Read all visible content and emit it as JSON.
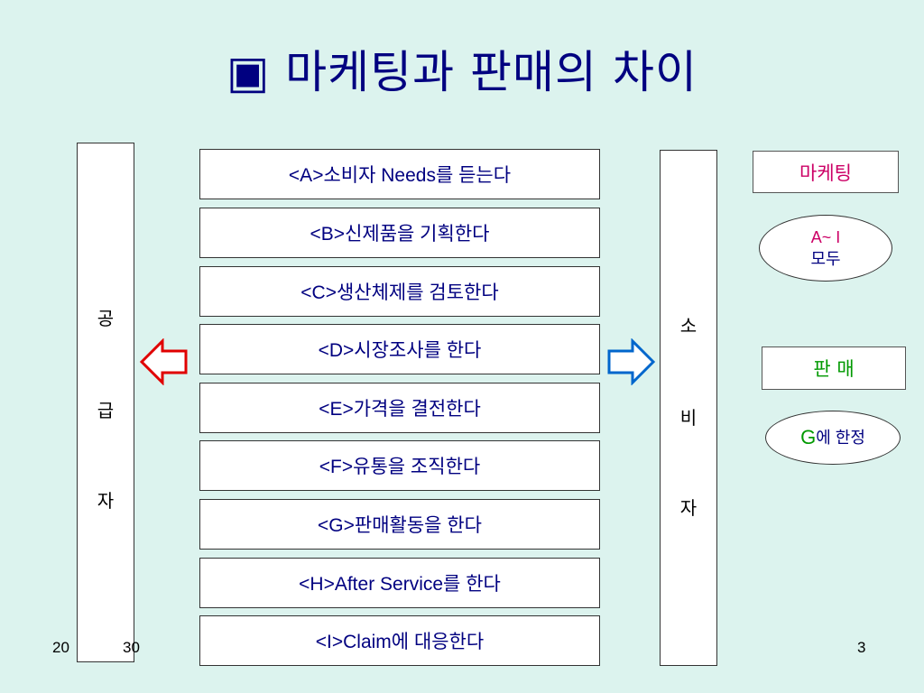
{
  "title": "▣ 마케팅과 판매의 차이",
  "footer": {
    "date": "20",
    "date_tail": "30",
    "page_number": "3"
  },
  "supplier": {
    "chars": [
      "공",
      "급",
      "자"
    ]
  },
  "consumer": {
    "chars": [
      "소",
      "비",
      "자"
    ]
  },
  "steps": [
    "<A>소비자 Needs를 듣는다",
    "<B>신제품을 기획한다",
    "<C>생산체제를 검토한다",
    "<D>시장조사를 한다",
    "<E>가격을 결전한다",
    "<F>유통을 조직한다",
    "<G>판매활동을 한다",
    "<H>After Service를 한다",
    "<I>Claim에 대응한다"
  ],
  "marketing": {
    "label": "마케팅",
    "label_color": "#cc0066",
    "scope_line1": "A~ I",
    "scope_line2": "모두",
    "scope_line1_color": "#cc0066",
    "scope_line2_color": "#000080"
  },
  "sales": {
    "label": "판 매",
    "label_color": "#009900",
    "scope_highlight": "G",
    "scope_rest": "에 한정",
    "scope_highlight_color": "#009900",
    "scope_rest_color": "#000080"
  },
  "colors": {
    "background": "#dcf3ee",
    "title": "#000080",
    "step_text": "#000080",
    "left_arrow": "#e00000",
    "right_arrow": "#0066cc"
  },
  "icons": {
    "left_arrow": "left-arrow-icon",
    "right_arrow": "right-arrow-icon"
  }
}
